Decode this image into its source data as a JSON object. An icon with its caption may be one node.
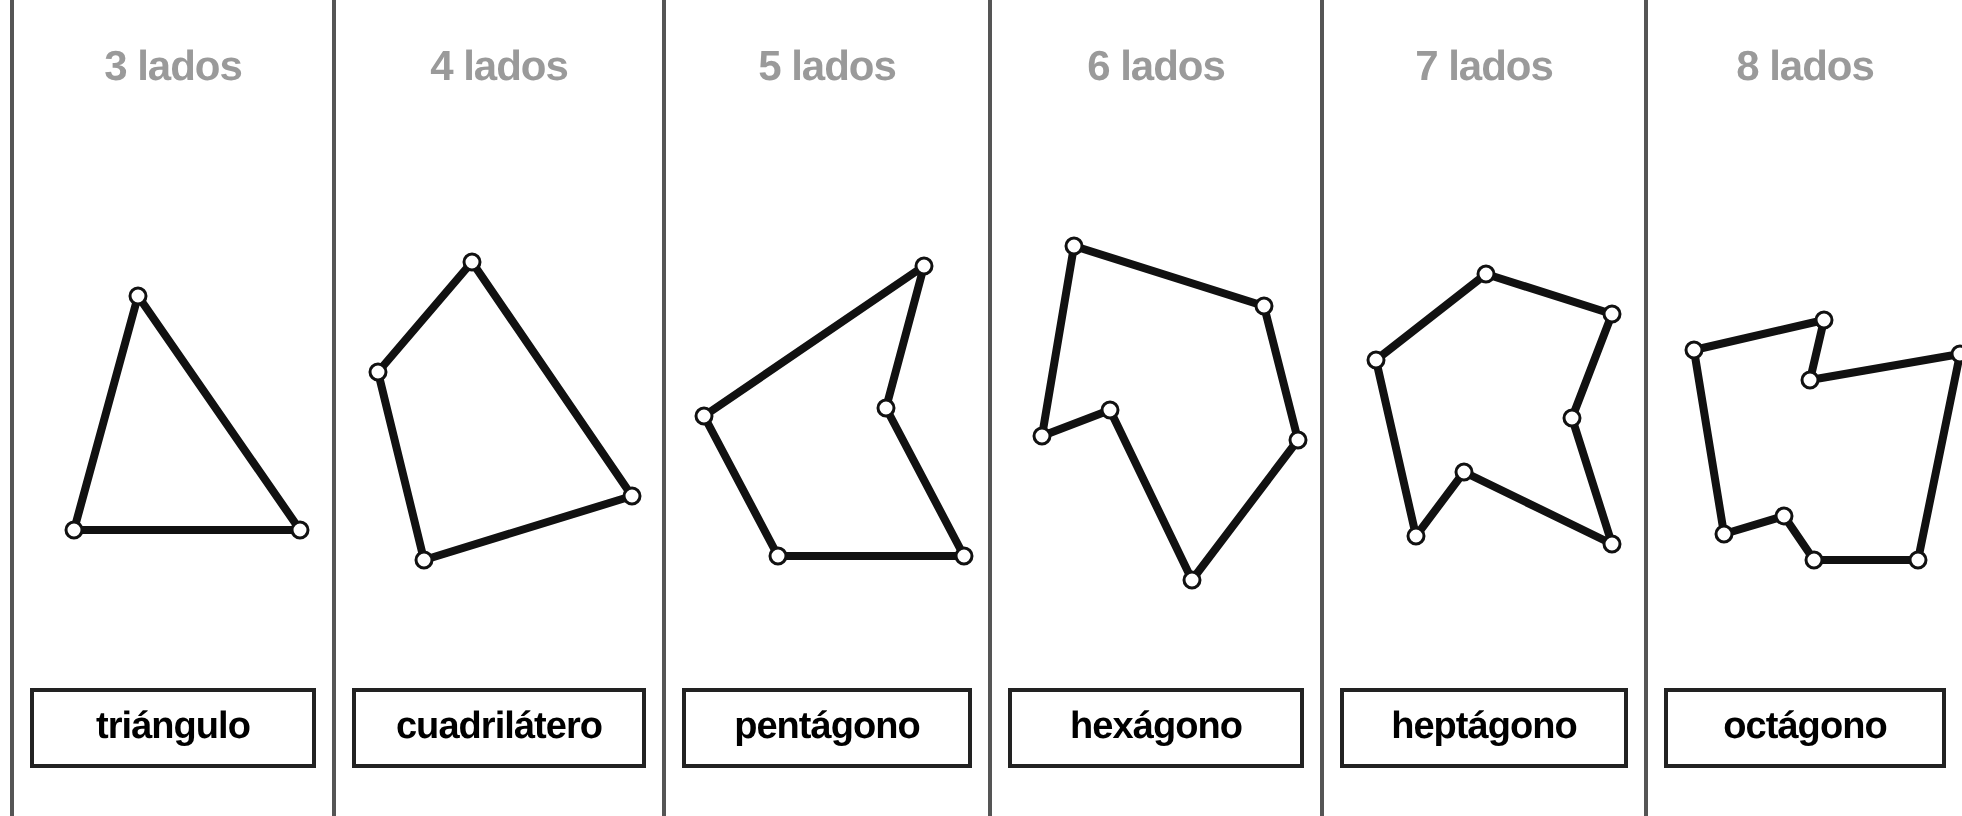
{
  "diagram": {
    "nodes": [
      {
        "text": [
          "3 lados"
        ]
      },
      {
        "text": [
          "triángulo"
        ],
        "in": 0
      },
      {
        "text": [
          "4 lados"
        ]
      },
      {
        "text": [
          "cuadrilátero"
        ],
        "in": 2
      },
      {
        "text": [
          "5 lados"
        ]
      },
      {
        "text": [
          "pentágono"
        ],
        "in": 4
      },
      {
        "text": [
          "6 lados"
        ]
      },
      {
        "text": [
          "hexágono"
        ],
        "in": 6
      },
      {
        "text": [
          "7 lados"
        ]
      },
      {
        "text": [
          "heptágono"
        ],
        "in": 8
      },
      {
        "text": [
          "8 lados"
        ]
      },
      {
        "text": [
          "octágono"
        ],
        "in": 10
      }
    ]
  }
}
